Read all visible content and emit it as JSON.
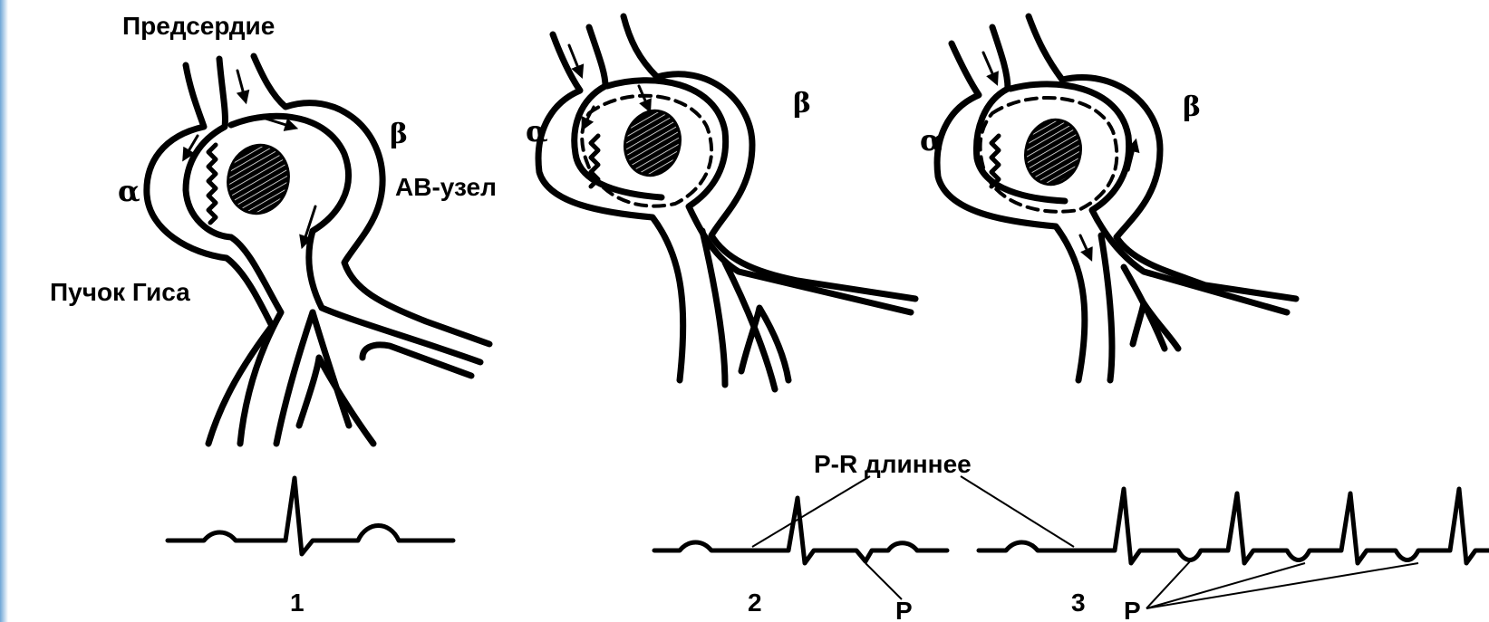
{
  "labels": {
    "atrium": "Предсердие",
    "alpha": "α",
    "beta": "β",
    "av_node": "АВ-узел",
    "his_bundle": "Пучок Гиса",
    "pr_longer": "P-R длиннее",
    "p_wave": "P"
  },
  "panels": [
    {
      "number": "1"
    },
    {
      "number": "2"
    },
    {
      "number": "3"
    }
  ],
  "colors": {
    "ink": "#000000",
    "edge_accent": "#6fa6d6"
  }
}
